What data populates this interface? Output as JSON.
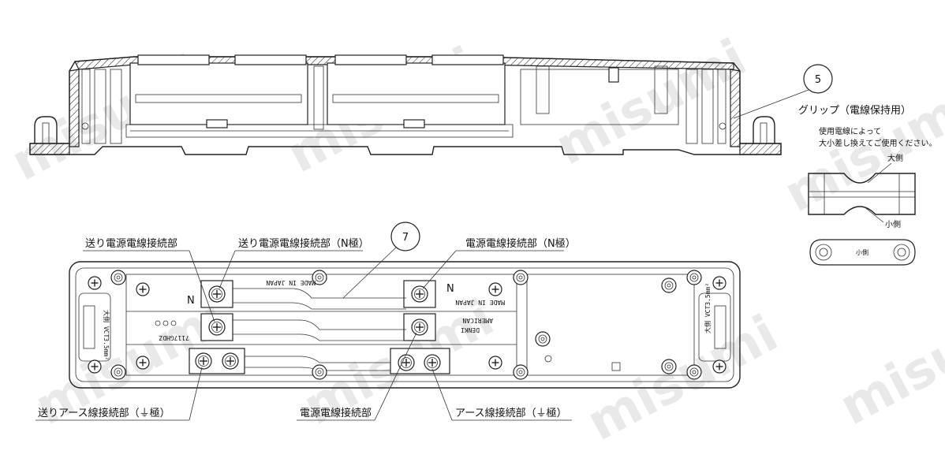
{
  "watermark": "misumi",
  "callouts": {
    "top": "5",
    "bottom": "7"
  },
  "grip": {
    "title": "グリップ（電線保持用）",
    "note_line1": "使用電線によって",
    "note_line2": "大小差し換えてご使用ください。",
    "large_side": "大側",
    "small_side": "小側",
    "label_on_part": "小側"
  },
  "labels": {
    "feed_power": "送り電源電線接続部",
    "feed_power_n": "送り電源電線接続部（N極）",
    "power_n": "電源電線接続部（N極）",
    "feed_earth": "送りアース線接続部（⏚極）",
    "power": "電源電線接続部",
    "earth": "アース線接続部（⏚極）"
  },
  "plate": {
    "pole_n": "N",
    "made_in_japan": "MADE IN JAPAN",
    "brand_line1": "AMERICAN",
    "brand_line2": "DENKI",
    "model": "7117GHDZ",
    "cable_left": "大側 VCT3.5mm²",
    "cable_right": "大側 VCT3.5mm²"
  }
}
